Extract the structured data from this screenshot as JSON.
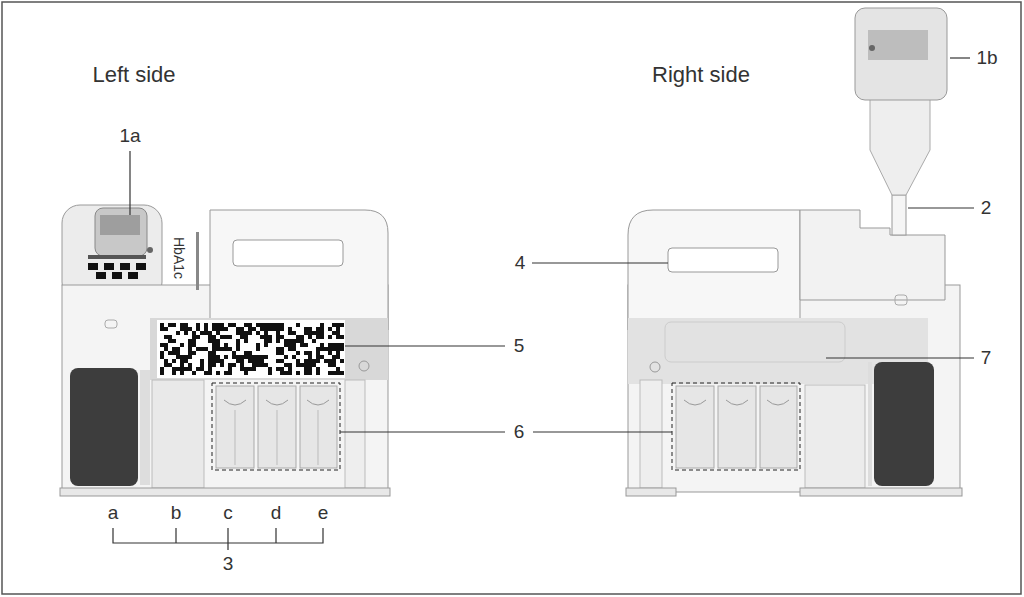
{
  "diagram": {
    "labels": [
      "Left side",
      "Right side",
      "1a",
      "1b",
      "HbA1c",
      "2",
      "4",
      "5",
      "7",
      "6",
      "a",
      "b",
      "c",
      "d",
      "e",
      "3"
    ]
  }
}
